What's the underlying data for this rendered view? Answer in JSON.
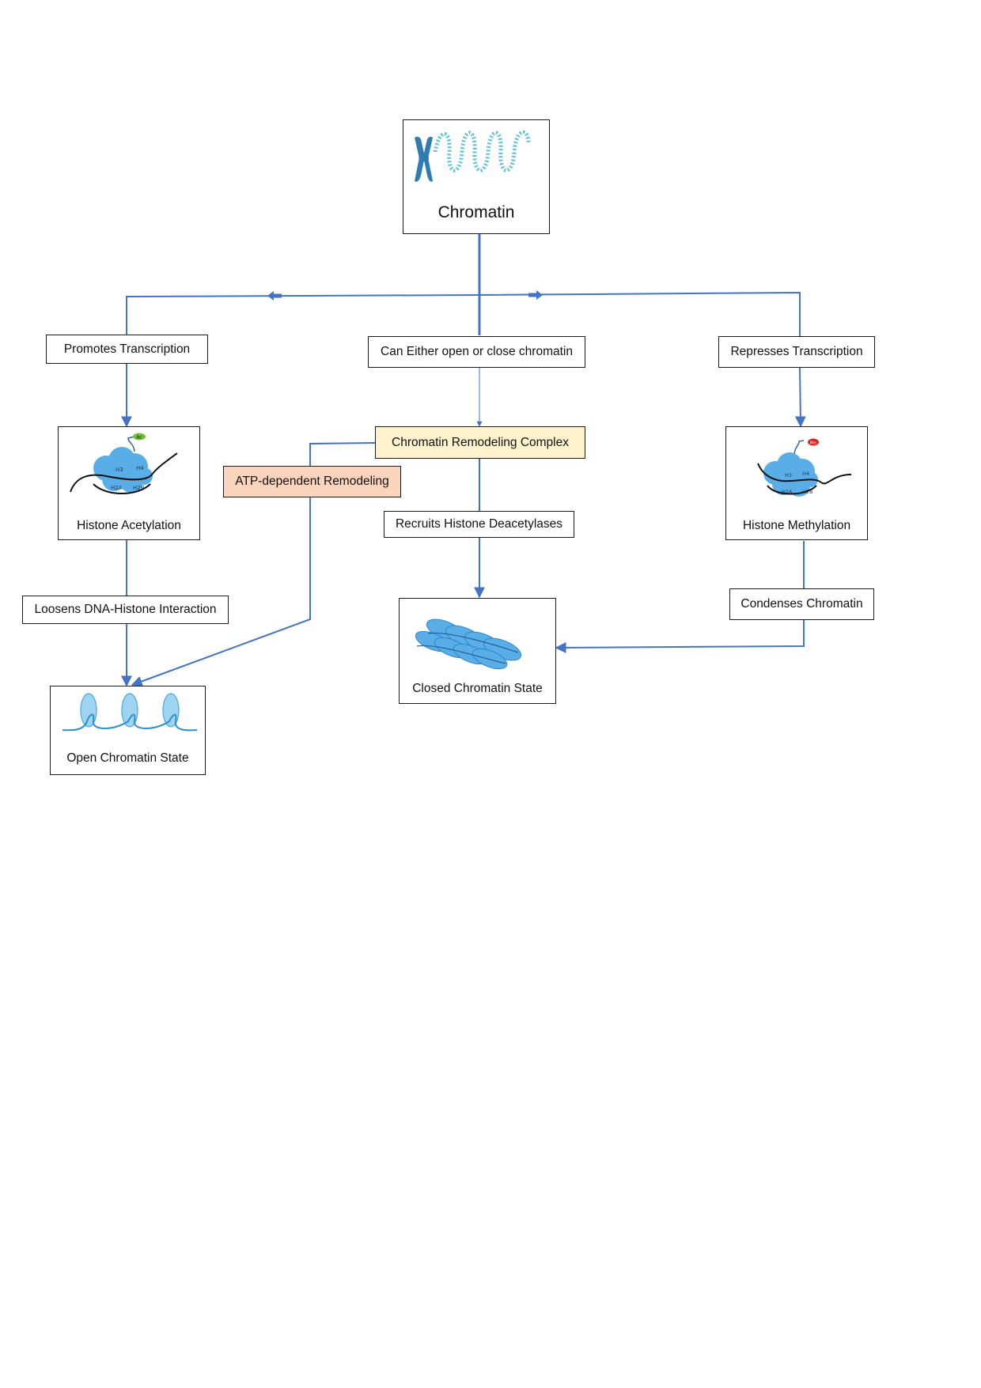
{
  "colors": {
    "arrow": "#4472c4",
    "remodeling_fill": "#fff2cc",
    "atp_fill": "#fbd4bd",
    "histone_fill": "#5aaee8",
    "acetyl_tag": "#70c040",
    "methyl_tag": "#e02020",
    "chromosome": "#2e7cb0",
    "dna_strand": "#5bc0e0"
  },
  "nodes": {
    "chromatin": "Chromatin",
    "promotes": "Promotes Transcription",
    "either": "Can Either open or close chromatin",
    "represses": "Represses Transcription",
    "acetylation": "Histone Acetylation",
    "remodeling": "Chromatin Remodeling Complex",
    "atp": "ATP-dependent Remodeling",
    "methylation": "Histone Methylation",
    "recruits": "Recruits Histone Deacetylases",
    "loosens": "Loosens DNA-Histone Interaction",
    "condenses": "Condenses Chromatin",
    "closed": "Closed Chromatin State",
    "open": "Open Chromatin State"
  },
  "nucleosome_labels": [
    "H3",
    "H4",
    "H2A",
    "H2B"
  ],
  "tags": {
    "acetyl": "Ac",
    "methyl": "Me"
  }
}
